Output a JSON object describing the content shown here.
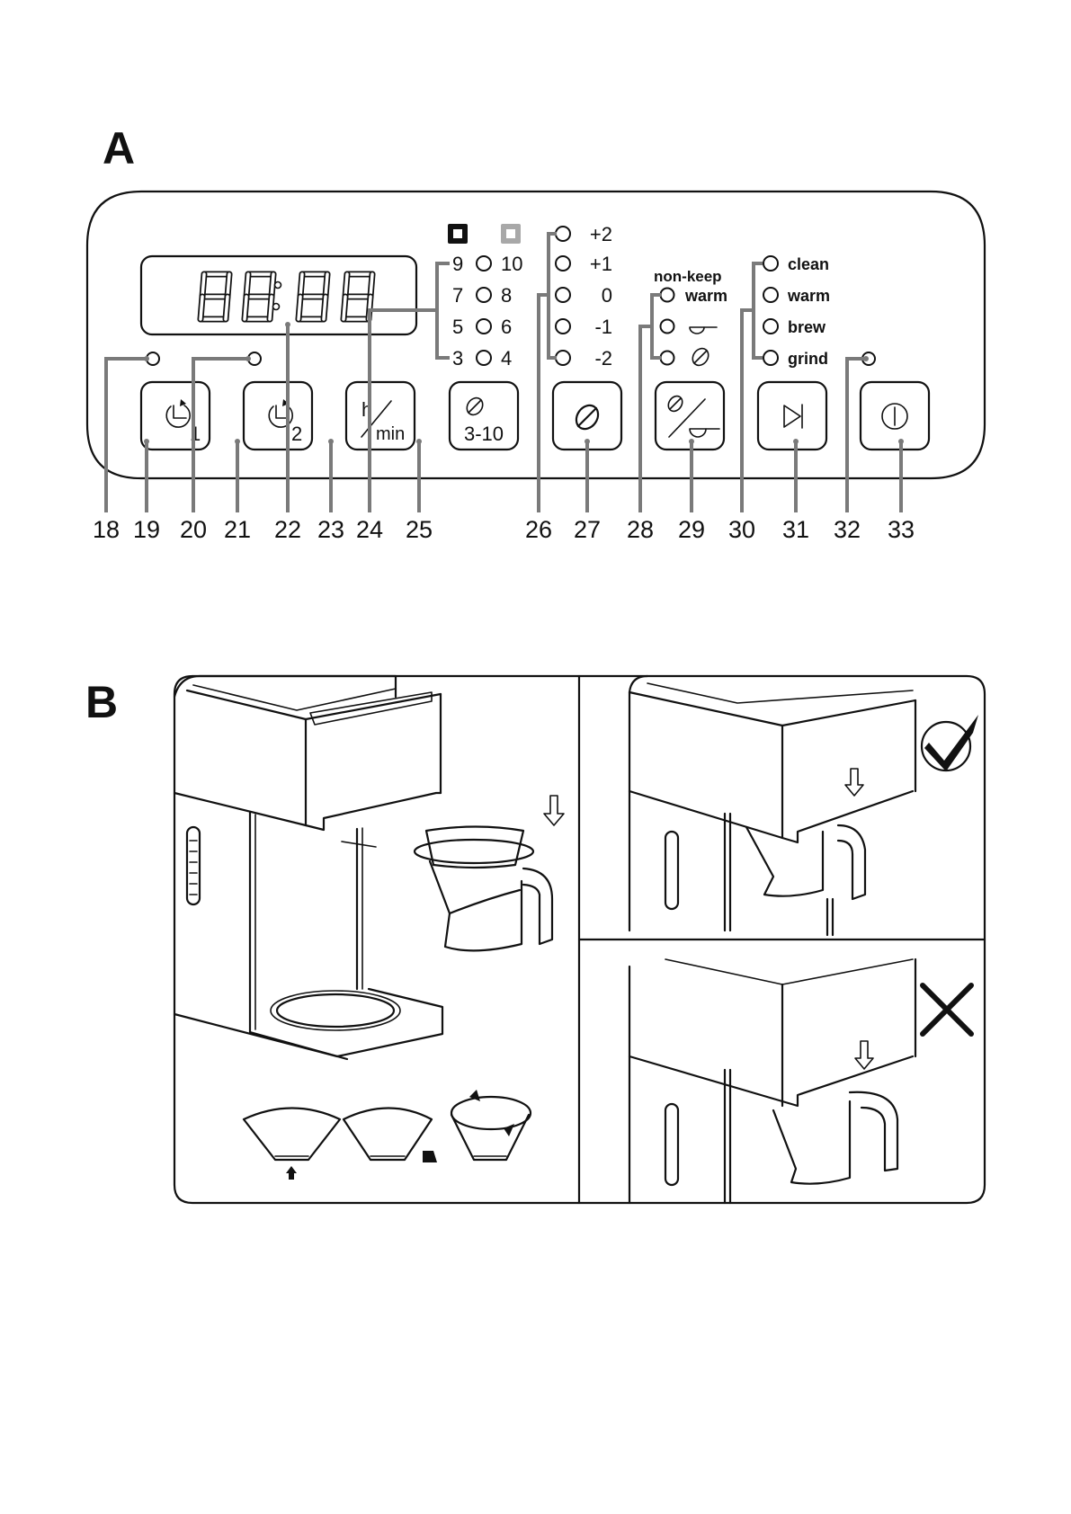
{
  "figure_a": {
    "label": "A",
    "display": {
      "time_readout": "88:88"
    },
    "cups_icons": [
      {
        "name": "dark-cup-icon",
        "color": "#111111"
      },
      {
        "name": "light-cup-icon",
        "color": "#a8a8a8"
      }
    ],
    "cups_rows": [
      {
        "left": "9",
        "right": "10"
      },
      {
        "left": "7",
        "right": "8"
      },
      {
        "left": "5",
        "right": "6"
      },
      {
        "left": "3",
        "right": "4"
      }
    ],
    "grind_levels": [
      "+2",
      "+1",
      "0",
      "-1",
      "-2"
    ],
    "keep_warm": {
      "header": "non-keep",
      "warm_label": "warm"
    },
    "modes": [
      "clean",
      "warm",
      "brew",
      "grind"
    ],
    "buttons": {
      "timer1_sub": "1",
      "timer2_sub": "2",
      "hmin_h": "h",
      "hmin_min": "min",
      "cups_range": "3-10"
    },
    "callouts": [
      "18",
      "19",
      "20",
      "21",
      "22",
      "23",
      "24",
      "25",
      "26",
      "27",
      "28",
      "29",
      "30",
      "31",
      "32",
      "33"
    ]
  },
  "figure_b": {
    "label": "B",
    "correct_mark": "check-icon",
    "incorrect_mark": "cross-icon"
  }
}
